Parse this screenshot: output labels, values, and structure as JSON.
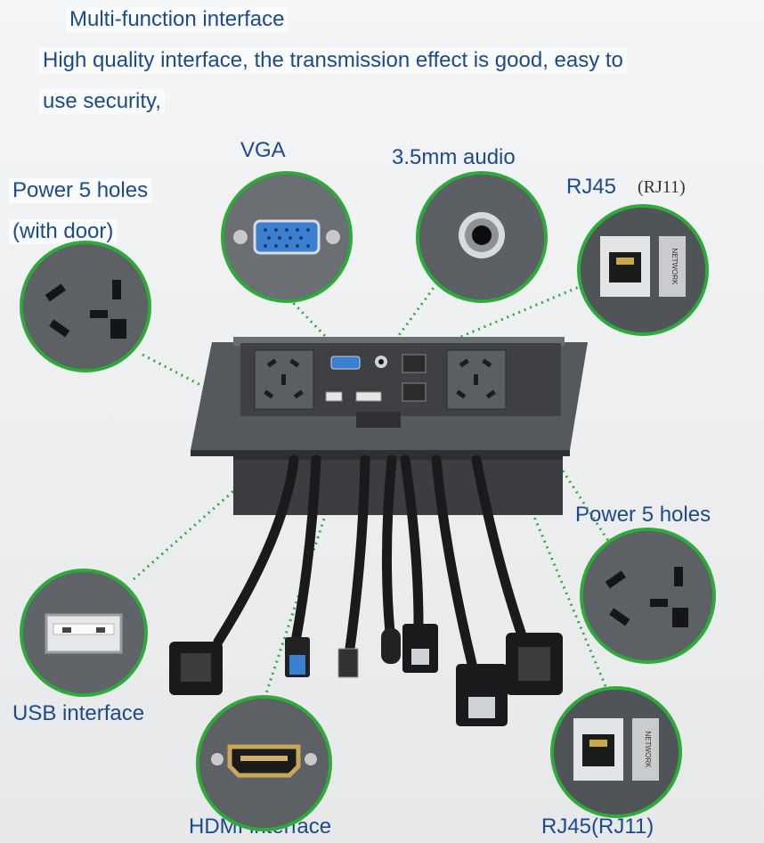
{
  "header": {
    "title": "Multi-function interface",
    "desc_line1": "High quality interface, the transmission effect is good, easy to",
    "desc_line2": "use security,"
  },
  "labels": {
    "vga": "VGA",
    "audio": "3.5mm audio",
    "rj45_top": "RJ45",
    "rj11_top": "(RJ11)",
    "power_door_1": "Power 5 holes",
    "power_door_2": "(with door)",
    "power_right": "Power 5 holes",
    "usb": "USB interface",
    "hdmi": "HDMI interface",
    "rj45_bottom": "RJ45(RJ11)",
    "network": "NETWORK"
  },
  "colors": {
    "label_text": "#1c4a8c",
    "circle_ring": "#2eaa3a",
    "leader_dots": "#2eaa3a",
    "panel": "#4a4c4f",
    "vga_port": "#3a7fd0"
  }
}
